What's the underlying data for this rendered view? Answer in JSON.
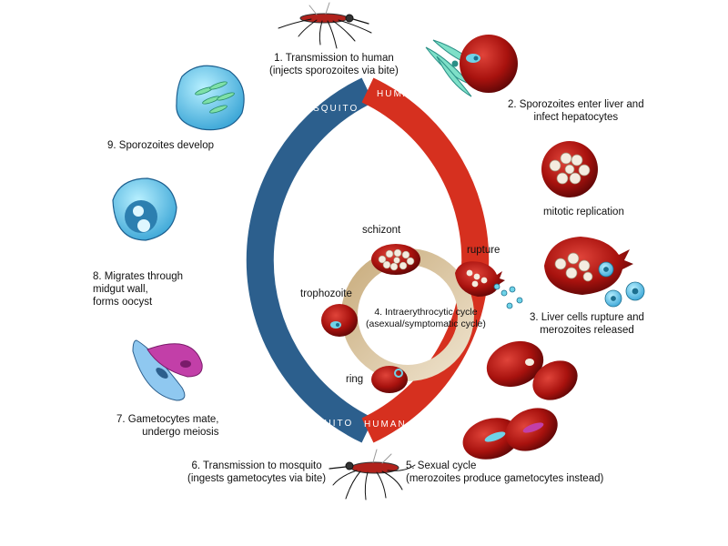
{
  "diagram": {
    "ring_labels": {
      "top_left": "MOSQUITO",
      "top_right": "HUMAN",
      "bottom_left": "MOSQUITO",
      "bottom_right": "HUMAN"
    },
    "steps": [
      {
        "lines": [
          "1. Transmission to human",
          "(injects sporozoites via bite)"
        ]
      },
      {
        "lines": [
          "2. Sporozoites enter liver and",
          "infect hepatocytes"
        ]
      },
      {
        "lines": [
          "mitotic replication"
        ]
      },
      {
        "lines": [
          "3. Liver cells rupture and",
          "merozoites released"
        ]
      },
      {
        "lines": [
          "5. Sexual cycle",
          "(merozoites produce gametocytes instead)"
        ]
      },
      {
        "lines": [
          "6. Transmission to mosquito",
          "(ingests gametocytes via bite)"
        ]
      },
      {
        "lines": [
          "7. Gametocytes mate,",
          "undergo meiosis"
        ]
      },
      {
        "lines": [
          "8. Migrates through",
          "midgut wall,",
          "forms oocyst"
        ]
      },
      {
        "lines": [
          "9. Sporozoites develop"
        ]
      }
    ],
    "inner_cycle": {
      "title": [
        "4. Intraerythrocytic cycle",
        "(asexual/symptomatic cycle)"
      ],
      "stages": {
        "schizont": "schizont",
        "rupture": "rupture",
        "trophozoite": "trophozoite",
        "ring": "ring"
      }
    },
    "colors": {
      "mosquito_ring": "#2c5f8d",
      "human_ring": "#d6301f",
      "inner_ring": "#d8c3a0",
      "blood_cell": "#a8120e",
      "parasite": "#6fd3e8",
      "gametocyte": "#c23fa8"
    }
  }
}
